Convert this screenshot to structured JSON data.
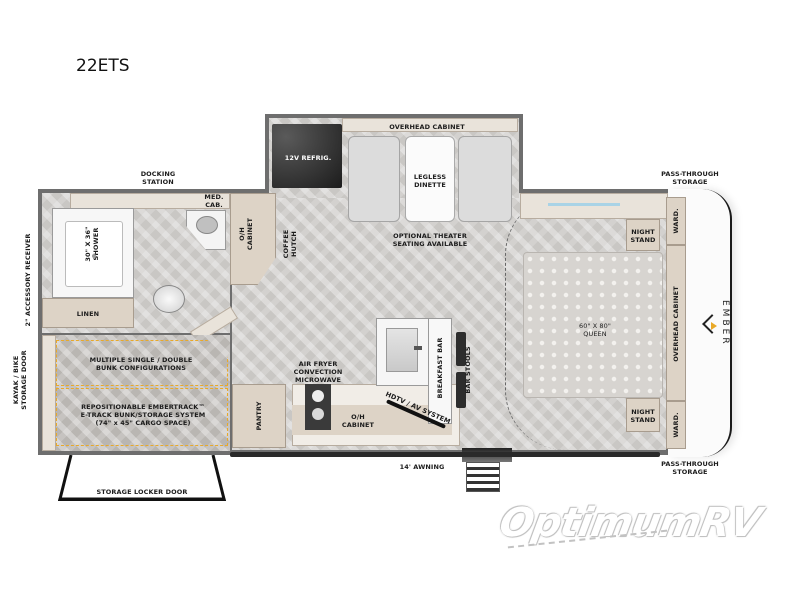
{
  "floorplan": {
    "model": "22ETS",
    "brand_logo": "EMBER",
    "watermark": "OptimumRV",
    "colors": {
      "cabinet": "#ddd3c6",
      "wall": "#6e6e6e",
      "floor": "#c9c7c4",
      "cargo_outline": "#e9a928",
      "refrigerator": "#2d2d2d"
    },
    "labels": {
      "docking_station_1": "DOCKING",
      "docking_station_2": "STATION",
      "med_cab_1": "MED.",
      "med_cab_2": "CAB.",
      "oh_cabinet_1": "O/H",
      "oh_cabinet_2": "CABINET",
      "coffee_hutch_1": "COFFEE",
      "coffee_hutch_2": "HUTCH",
      "shower_1": "30\" X 36\"",
      "shower_2": "SHOWER",
      "linen": "LINEN",
      "accessory_receiver": "2\" ACCESSORY RECEIVER",
      "kayak_door_1": "KAYAK / BIKE",
      "kayak_door_2": "STORAGE DOOR",
      "refrigerator": "12V REFRIG.",
      "overhead_cabinet_top": "OVERHEAD CABINET",
      "dinette_1": "LEGLESS",
      "dinette_2": "DINETTE",
      "theater_1": "OPTIONAL THEATER",
      "theater_2": "SEATING AVAILABLE",
      "pass_through_top_1": "PASS-THROUGH",
      "pass_through_top_2": "STORAGE",
      "pass_through_bottom_1": "PASS-THROUGH",
      "pass_through_bottom_2": "STORAGE",
      "night_stand_top_1": "NIGHT",
      "night_stand_top_2": "STAND",
      "night_stand_bottom_1": "NIGHT",
      "night_stand_bottom_2": "STAND",
      "ward_top": "WARD.",
      "ward_bottom": "WARD.",
      "overhead_cabinet_front": "OVERHEAD CABINET",
      "bed_1": "60\" X 80\"",
      "bed_2": "QUEEN",
      "bunk_1": "MULTIPLE SINGLE / DOUBLE",
      "bunk_2": "BUNK CONFIGURATIONS",
      "track_1": "REPOSITIONABLE EMBERTRACK™",
      "track_2": "E-TRACK BUNK/STORAGE SYSTEM",
      "track_3": "(74\" x 45\" CARGO SPACE)",
      "storage_locker": "STORAGE LOCKER DOOR",
      "microwave_1": "AIR FRYER",
      "microwave_2": "CONVECTION",
      "microwave_3": "MICROWAVE",
      "pantry": "PANTRY",
      "oh_cabinet_kitchen_1": "O/H",
      "oh_cabinet_kitchen_2": "CABINET",
      "breakfast_bar": "BREAKFAST BAR",
      "bar_stools": "BAR STOOLS",
      "hdtv": "HDTV / AV SYSTEM",
      "awning": "14' AWNING"
    }
  }
}
